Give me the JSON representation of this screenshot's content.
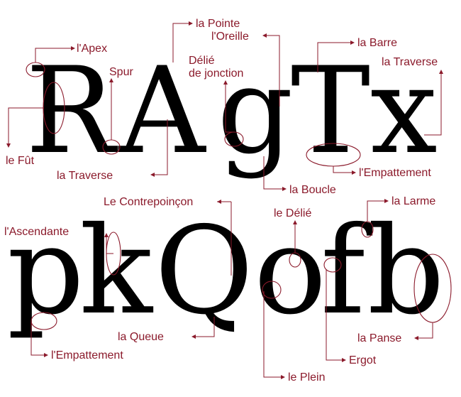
{
  "accent": "#8b1a2b",
  "glyph_color": "#000000",
  "rows": [
    {
      "glyphs": [
        "R",
        "A",
        "g",
        "T",
        "x"
      ]
    },
    {
      "glyphs": [
        "p",
        "k",
        "Q",
        "o",
        "f",
        "b"
      ]
    }
  ],
  "labels": {
    "apex": "l'Apex",
    "pointe": "la Pointe",
    "oreille": "l'Oreille",
    "barre": "la Barre",
    "traverse_top": "la Traverse",
    "spur": "Spur",
    "delie_jonction_1": "Délié",
    "delie_jonction_2": "de jonction",
    "fut": "le Fût",
    "traverse_bottom": "la Traverse",
    "empattement_top": "l'Empattement",
    "boucle": "la Boucle",
    "contrepoincon": "Le Contrepoinçon",
    "ascendante": "l'Ascendante",
    "delie": "le Délié",
    "larme": "la Larme",
    "queue": "la Queue",
    "empattement_bottom": "l'Empattement",
    "panse": "la Panse",
    "ergot": "Ergot",
    "plein": "le Plein"
  }
}
